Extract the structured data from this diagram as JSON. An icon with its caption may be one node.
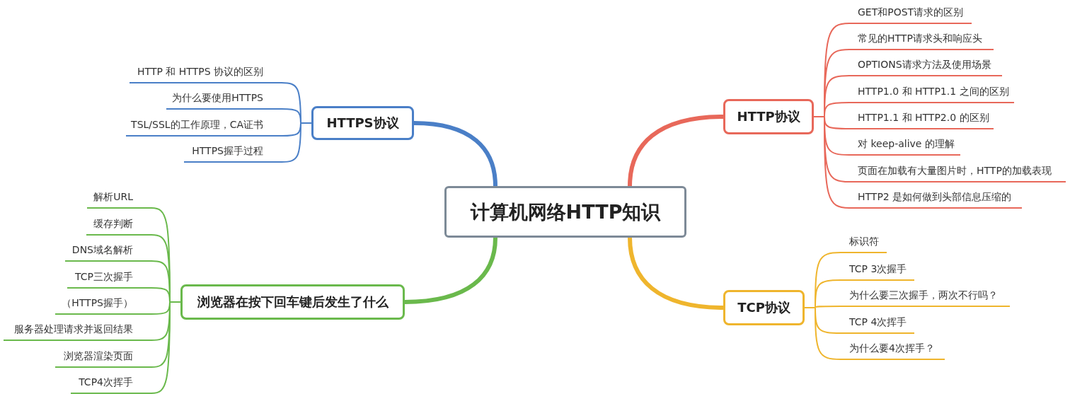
{
  "diagram": {
    "nodes": [
      {
        "text": [
          "计算机网络HTTP知识"
        ]
      },
      {
        "text": [
          "HTTPS协议"
        ]
      },
      {
        "text": [
          "HTTP 和 HTTPS 协议的区别"
        ]
      },
      {
        "text": [
          "为什么要使用HTTPS"
        ]
      },
      {
        "text": [
          "TSL/SSL的工作原理，CA证书"
        ]
      },
      {
        "text": [
          "HTTPS握手过程"
        ]
      },
      {
        "text": [
          "HTTP协议"
        ]
      },
      {
        "text": [
          "GET和POST请求的区别"
        ]
      },
      {
        "text": [
          "常见的HTTP请求头和响应头"
        ]
      },
      {
        "text": [
          "OPTIONS请求方法及使用场景"
        ]
      },
      {
        "text": [
          "HTTP1.0 和 HTTP1.1 之间的区别"
        ]
      },
      {
        "text": [
          "HTTP1.1 和 HTTP2.0 的区别"
        ]
      },
      {
        "text": [
          "对 keep-alive 的理解"
        ]
      },
      {
        "text": [
          "页面在加载有大量图片时，HTTP的加载表现"
        ]
      },
      {
        "text": [
          "HTTP2 是如何做到头部信息压缩的"
        ]
      },
      {
        "text": [
          "浏览器在按下回车键后发生了什么"
        ]
      },
      {
        "text": [
          "解析URL"
        ]
      },
      {
        "text": [
          "缓存判断"
        ]
      },
      {
        "text": [
          "DNS域名解析"
        ]
      },
      {
        "text": [
          "TCP三次握手"
        ]
      },
      {
        "text": [
          "（HTTPS握手）"
        ]
      },
      {
        "text": [
          "服务器处理请求并返回结果"
        ]
      },
      {
        "text": [
          "浏览器渲染页面"
        ]
      },
      {
        "text": [
          "TCP4次挥手"
        ]
      },
      {
        "text": [
          "TCP协议"
        ]
      },
      {
        "text": [
          "标识符"
        ]
      },
      {
        "text": [
          "TCP 3次握手"
        ]
      },
      {
        "text": [
          "为什么要三次握手，两次不行吗？"
        ]
      },
      {
        "text": [
          "TCP 4次挥手"
        ]
      },
      {
        "text": [
          "为什么要4次挥手？"
        ]
      }
    ],
    "edges": [
      {
        "from": 0,
        "to": 1,
        "arrow": "none",
        "style": "thick",
        "color": "#4a7fc7"
      },
      {
        "from": 1,
        "to": 2,
        "arrow": "none",
        "color": "#4a7fc7"
      },
      {
        "from": 1,
        "to": 3,
        "arrow": "none",
        "color": "#4a7fc7"
      },
      {
        "from": 1,
        "to": 4,
        "arrow": "none",
        "color": "#4a7fc7"
      },
      {
        "from": 1,
        "to": 5,
        "arrow": "none",
        "color": "#4a7fc7"
      },
      {
        "from": 0,
        "to": 6,
        "arrow": "none",
        "style": "thick",
        "color": "#e8685a"
      },
      {
        "from": 6,
        "to": 7,
        "arrow": "none",
        "color": "#e8685a"
      },
      {
        "from": 6,
        "to": 8,
        "arrow": "none",
        "color": "#e8685a"
      },
      {
        "from": 6,
        "to": 9,
        "arrow": "none",
        "color": "#e8685a"
      },
      {
        "from": 6,
        "to": 10,
        "arrow": "none",
        "color": "#e8685a"
      },
      {
        "from": 6,
        "to": 11,
        "arrow": "none",
        "color": "#e8685a"
      },
      {
        "from": 6,
        "to": 12,
        "arrow": "none",
        "color": "#e8685a"
      },
      {
        "from": 6,
        "to": 13,
        "arrow": "none",
        "color": "#e8685a"
      },
      {
        "from": 6,
        "to": 14,
        "arrow": "none",
        "color": "#e8685a"
      },
      {
        "from": 0,
        "to": 15,
        "arrow": "none",
        "style": "thick",
        "color": "#6ab94c"
      },
      {
        "from": 15,
        "to": 16,
        "arrow": "none",
        "color": "#6ab94c"
      },
      {
        "from": 15,
        "to": 17,
        "arrow": "none",
        "color": "#6ab94c"
      },
      {
        "from": 15,
        "to": 18,
        "arrow": "none",
        "color": "#6ab94c"
      },
      {
        "from": 15,
        "to": 19,
        "arrow": "none",
        "color": "#6ab94c"
      },
      {
        "from": 15,
        "to": 20,
        "arrow": "none",
        "color": "#6ab94c"
      },
      {
        "from": 15,
        "to": 21,
        "arrow": "none",
        "color": "#6ab94c"
      },
      {
        "from": 15,
        "to": 22,
        "arrow": "none",
        "color": "#6ab94c"
      },
      {
        "from": 15,
        "to": 23,
        "arrow": "none",
        "color": "#6ab94c"
      },
      {
        "from": 0,
        "to": 24,
        "arrow": "none",
        "style": "thick",
        "color": "#efb52d"
      },
      {
        "from": 24,
        "to": 25,
        "arrow": "none",
        "color": "#efb52d"
      },
      {
        "from": 24,
        "to": 26,
        "arrow": "none",
        "color": "#efb52d"
      },
      {
        "from": 24,
        "to": 27,
        "arrow": "none",
        "color": "#efb52d"
      },
      {
        "from": 24,
        "to": 28,
        "arrow": "none",
        "color": "#efb52d"
      },
      {
        "from": 24,
        "to": 29,
        "arrow": "none",
        "color": "#efb52d"
      }
    ]
  }
}
